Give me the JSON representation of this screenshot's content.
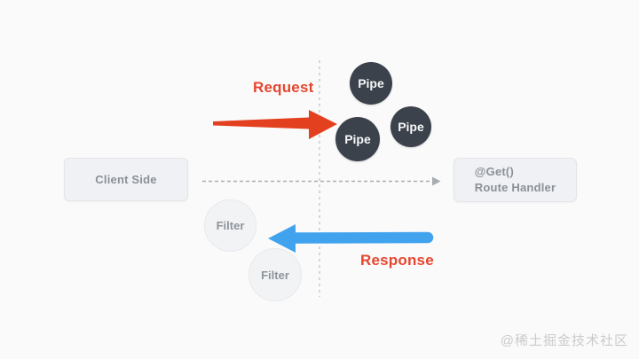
{
  "diagram": {
    "nodes": {
      "client": {
        "label": "Client Side"
      },
      "handler": {
        "line1": "@Get()",
        "line2": "Route Handler"
      },
      "pipes": [
        {
          "label": "Pipe"
        },
        {
          "label": "Pipe"
        },
        {
          "label": "Pipe"
        }
      ],
      "filters": [
        {
          "label": "Filter"
        },
        {
          "label": "Filter"
        }
      ]
    },
    "labels": {
      "request": "Request",
      "response": "Response"
    },
    "colors": {
      "request_arrow": "#e3401f",
      "response_arrow": "#41a3ee",
      "label_red": "#e5462f",
      "pipe_fill": "#3b424b",
      "filter_fill": "#f2f3f5",
      "box_fill": "#f0f1f4",
      "dashed_axis_h": "#a8acb2",
      "dashed_axis_v": "#c3c6cb",
      "background": "#fafafa"
    },
    "watermark": "@稀土掘金技术社区"
  }
}
